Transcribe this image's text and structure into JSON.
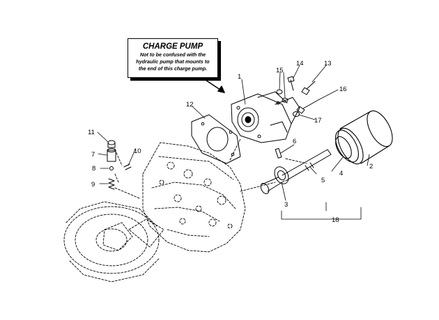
{
  "callout": {
    "title": "CHARGE PUMP",
    "note_lines": [
      "Not to be confused with the",
      "hydraulic pump that mounts to",
      "the end of this charge pump."
    ]
  },
  "parts": [
    {
      "id": "p1",
      "label": "1"
    },
    {
      "id": "p2",
      "label": "2"
    },
    {
      "id": "p3",
      "label": "3"
    },
    {
      "id": "p4",
      "label": "4"
    },
    {
      "id": "p5",
      "label": "5"
    },
    {
      "id": "p6",
      "label": "6"
    },
    {
      "id": "p7",
      "label": "7"
    },
    {
      "id": "p8",
      "label": "8"
    },
    {
      "id": "p9",
      "label": "9"
    },
    {
      "id": "p10",
      "label": "10"
    },
    {
      "id": "p11",
      "label": "11"
    },
    {
      "id": "p12",
      "label": "12"
    },
    {
      "id": "p13",
      "label": "13"
    },
    {
      "id": "p14",
      "label": "14"
    },
    {
      "id": "p15",
      "label": "15"
    },
    {
      "id": "p16",
      "label": "16"
    },
    {
      "id": "p17",
      "label": "17"
    },
    {
      "id": "p18",
      "label": "18"
    }
  ]
}
